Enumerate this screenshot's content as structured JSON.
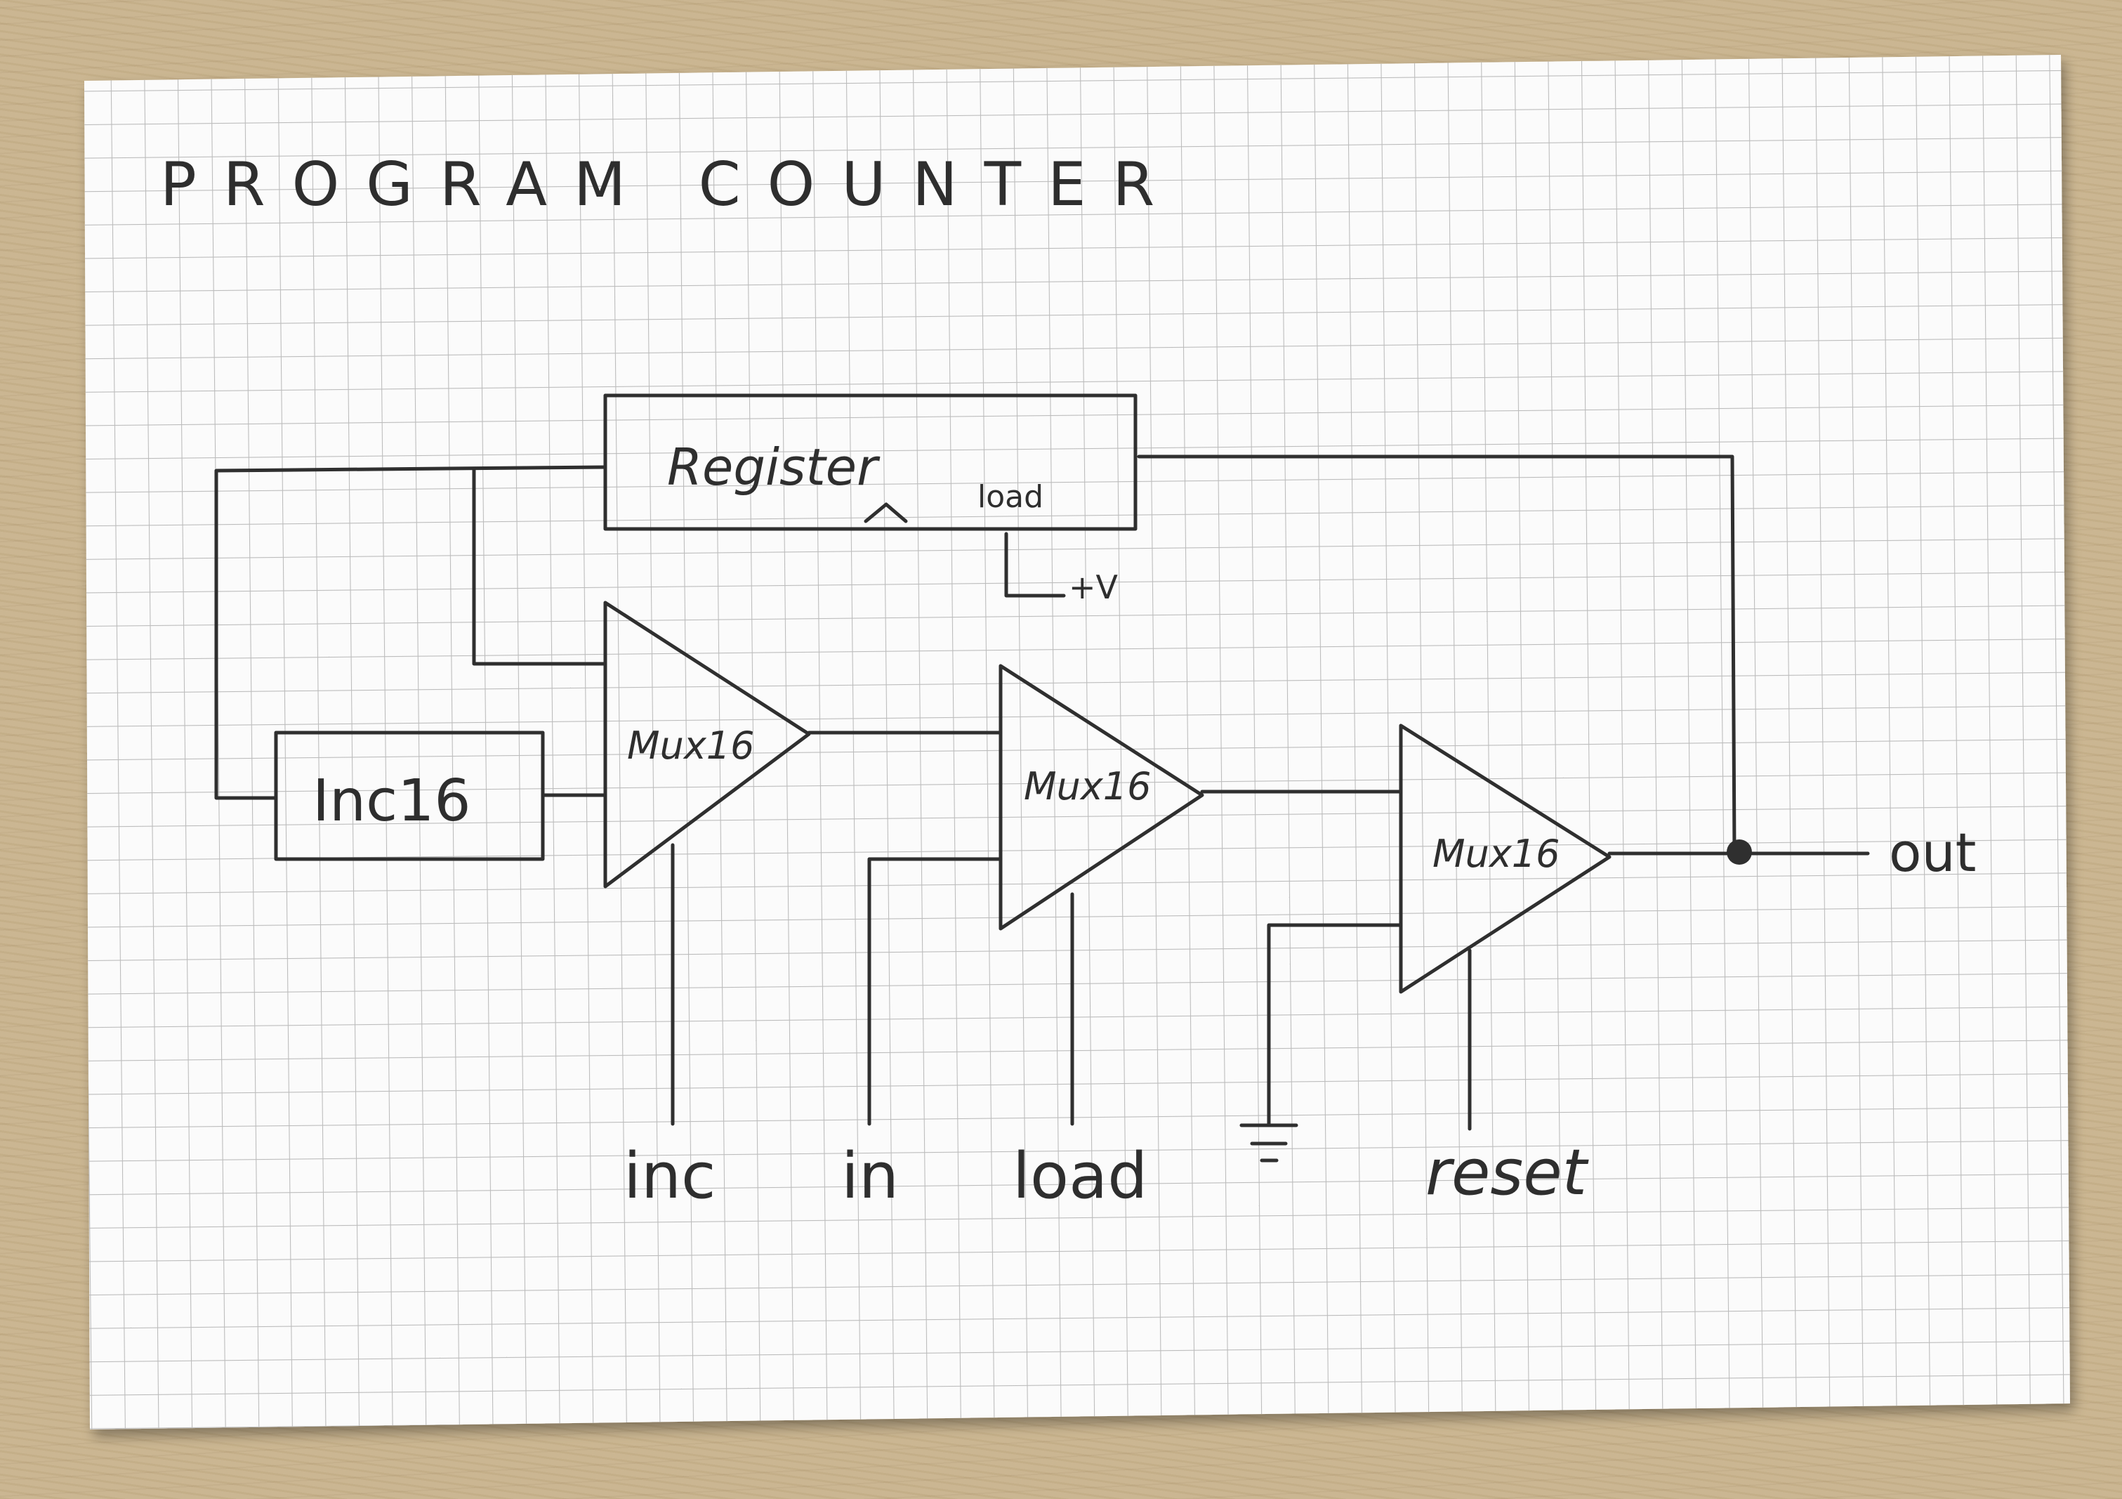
{
  "title": "PROGRAM COUNTER",
  "blocks": {
    "register": "Register",
    "register_load": "load",
    "supply": "+V",
    "incrementer": "Inc16",
    "mux1": "Mux16",
    "mux2": "Mux16",
    "mux3": "Mux16"
  },
  "inputs": {
    "inc": "inc",
    "in": "in",
    "load": "load",
    "reset": "reset"
  },
  "outputs": {
    "out": "out"
  },
  "colors": {
    "ink": "#2f2f2f",
    "paper": "#fbfbfb",
    "grid": "#b9b9b9",
    "desk": "#c9b48e"
  }
}
